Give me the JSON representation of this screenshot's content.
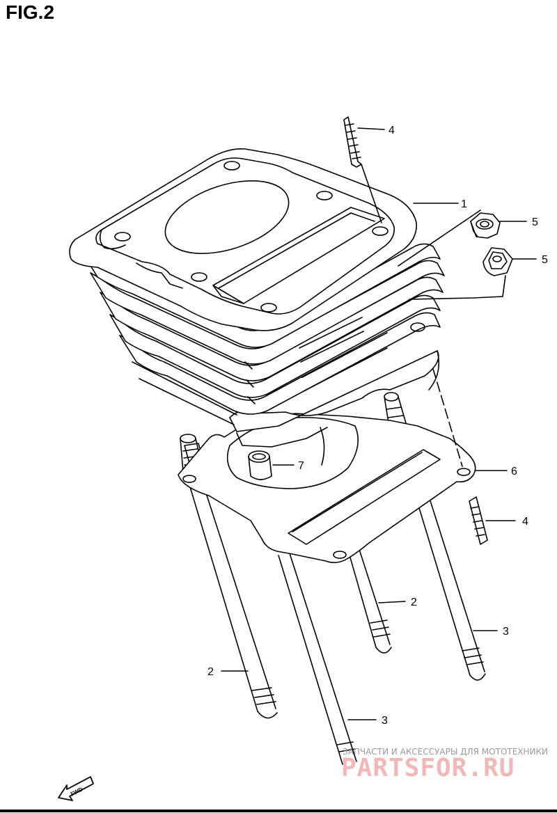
{
  "figure": {
    "title": "FIG.2"
  },
  "callouts": [
    {
      "id": "c1",
      "label": "1"
    },
    {
      "id": "c2a",
      "label": "2"
    },
    {
      "id": "c2b",
      "label": "2"
    },
    {
      "id": "c3a",
      "label": "3"
    },
    {
      "id": "c3b",
      "label": "3"
    },
    {
      "id": "c4a",
      "label": "4"
    },
    {
      "id": "c4b",
      "label": "4"
    },
    {
      "id": "c5a",
      "label": "5"
    },
    {
      "id": "c5b",
      "label": "5"
    },
    {
      "id": "c6",
      "label": "6"
    },
    {
      "id": "c7",
      "label": "7"
    }
  ],
  "fwd_arrow": {
    "label": "FWD",
    "icon": "fwd-arrow-icon"
  },
  "watermark": {
    "line1": "ЗАПЧАСТИ И АКСЕССУАРЫ ДЛЯ МОТОТЕХНИКИ",
    "line2": "PARTSFOR.RU",
    "color_text": "#9a9a9a",
    "color_logo": "#f2b8b8"
  },
  "colors": {
    "line": "#000000",
    "background": "#ffffff"
  }
}
